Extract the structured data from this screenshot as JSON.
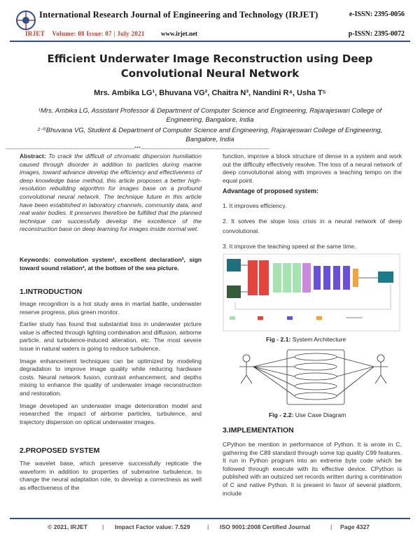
{
  "header": {
    "journal_title": "International Research Journal of Engineering and Technology (IRJET)",
    "volume": "Volume: 08 Issue: 07 | July 2021",
    "website": "www.irjet.net",
    "eissn": "e-ISSN: 2395-0056",
    "pissn": "p-ISSN: 2395-0072",
    "logo_text": "IRJET",
    "brand_color": "#2e4e8f"
  },
  "paper": {
    "title": "Efficient Underwater Image Reconstruction using Deep Convolutional Neural Network",
    "authors": "Mrs. Ambika LG¹, Bhuvana VG², Chaitra N³, Nandini R⁴, Usha T⁵",
    "affil1": "¹Mrs. Ambika LG, Assistant Professor & Department of Computer Science and Engineering, Rajarajeswari College of Engineering, Bangalore, India",
    "affil2": "²⁻⁵Bhuvana VG, Student & Department of Computer Science and Engineering, Rajarajeswari College of Engineering, Bangalore, India",
    "separator": "---------------------------------------------------------------------***---------------------------------------------------------------------"
  },
  "abstract": {
    "label": "Abstract:",
    "text": "To crack the difficult of chromatic dispersion humiliation caused through disorder in addition to particles during marine images, toward advance develop the efficiency and effectiveness of deep knowledge base method, this article proposes a better high-resolution rebuilding algorithm for images base on a profound convolutional neural network. The technique future in this article have been established in laboratory channels, community data, and real water bodies. It preserves therefore be fulfilled that the planned technique can successfully develop the excellence of the reconstruction base on deep learning for images inside normal wet."
  },
  "keywords": "Keywords: convolution system¹, excellent declaration², sign toward sound relation³, at the bottom of the sea picture.",
  "intro": {
    "heading": "1.INTRODUCTION",
    "p1": "Image recognition is a hot study area in martial battle, underwater reserve progress, plus green monitor.",
    "p2": "Earlier study has found that substantial loss in underwater picture value is affected through lighting combination and diffusion, airborne particle, and turbulence-induced alteration, etc. The most severe issue in natural waters is going to reduce turbulence.",
    "p3": "Image enhancement techniques can be optimized by modeling degradation to improve image quality while reducing hardware costs. Neural network fusion, contrast enhancement, and depths mixing to enhance the quality of underwater image reconstruction and restoration.",
    "p4": "Image developed an underwater image deterioration model and researched the impact of airborne particles, turbulence, and trajectory dispersion on optical underwater images."
  },
  "proposed": {
    "heading": "2.PROPOSED SYSTEM",
    "p1": "The wavelet base, which preserve successfully replicate the waveform in addition to properties of submarine turbulence, to change the neural adaptation role, to develop a correctness as well as effectiveness of the"
  },
  "right": {
    "p1": "function, improve a block structure of dense in a system and work out the difficulty effectively resolve. The loss of a neural network of deep convolutional along with improves a teaching tempo on the equal point.",
    "adv_heading": "Advantage of proposed system:",
    "adv": [
      "1. It improves efficiency.",
      "2. It solves the slope loss crisis in a neural network of deep convolutional.",
      "3. It improve the teaching speed at the same time."
    ],
    "fig1_label": "Fig - 2.1:",
    "fig1_text": "System Architecture",
    "fig2_label": "Fig - 2.2:",
    "fig2_text": "Use Case Diagram",
    "impl_heading": "3.IMPLEMENTATION",
    "impl_p": "CPython be mention in performance of Python. It is wrote in C, gathering the C89 standard through some top quality C99 features. It run in Python program into an extreme byte code which be followed through execute with its effective device. CPython is published with an outsized set records written during a combination of C and native Python. It is present in favor of several platform, include"
  },
  "footer": {
    "copyright": "© 2021, IRJET",
    "impact": "Impact Factor value: 7.529",
    "iso": "ISO 9001:2008 Certified Journal",
    "page": "Page 4327"
  }
}
